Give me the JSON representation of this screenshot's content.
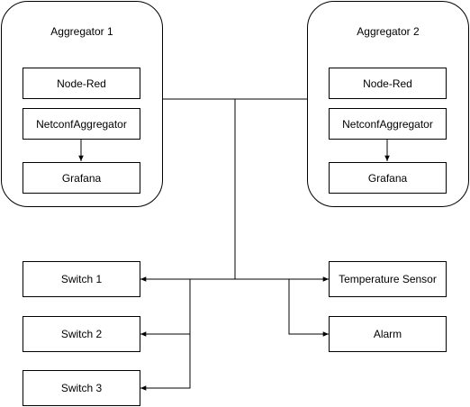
{
  "groups": {
    "aggregator1": {
      "title": "Aggregator 1",
      "node_red": "Node-Red",
      "netconf": "NetconfAggregator",
      "grafana": "Grafana"
    },
    "aggregator2": {
      "title": "Aggregator 2",
      "node_red": "Node-Red",
      "netconf": "NetconfAggregator",
      "grafana": "Grafana"
    }
  },
  "devices": {
    "switch1": "Switch 1",
    "switch2": "Switch 2",
    "switch3": "Switch 3",
    "temperature_sensor": "Temperature Sensor",
    "alarm": "Alarm"
  }
}
